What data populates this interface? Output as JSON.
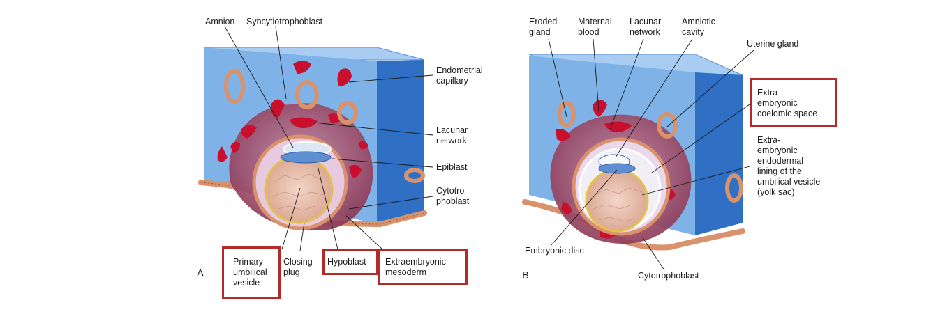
{
  "colors": {
    "tissue_light": "#7fb2e6",
    "tissue_dark": "#2f6fc4",
    "tissue_top": "#a9cdf2",
    "syncytium": "#9b3d5c",
    "blood": "#c8102e",
    "gland_wall": "#d9926b",
    "vesicle": "#e9c6b8",
    "highlight_box": "#b22a2a"
  },
  "panel_a": {
    "letter": "A",
    "labels": {
      "amnion": "Amnion",
      "syncytiotrophoblast": "Syncytiotrophoblast",
      "endometrial_capillary": "Endometrial\ncapillary",
      "lacunar_network": "Lacunar\nnetwork",
      "epiblast": "Epiblast",
      "cytotrophoblast": "Cytotro-\nphoblast",
      "primary_umbilical_vesicle": "Primary\numbilical\nvesicle",
      "closing_plug": "Closing\nplug",
      "hypoblast": "Hypoblast",
      "extraembryonic_mesoderm": "Extraembryonic\nmesoderm"
    }
  },
  "panel_b": {
    "letter": "B",
    "labels": {
      "eroded_gland": "Eroded\ngland",
      "maternal_blood": "Maternal\nblood",
      "lacunar_network": "Lacunar\nnetwork",
      "amniotic_cavity": "Amniotic\ncavity",
      "uterine_gland": "Uterine gland",
      "extraembryonic_coelomic_space": "Extra-\nembryonic\ncoelomic space",
      "extraembryonic_endodermal_lining": "Extra-\nembryonic\nendodermal\nlining of the\numbilical vesicle\n(yolk sac)",
      "embryonic_disc": "Embryonic disc",
      "cytotrophoblast": "Cytotrophoblast"
    }
  }
}
